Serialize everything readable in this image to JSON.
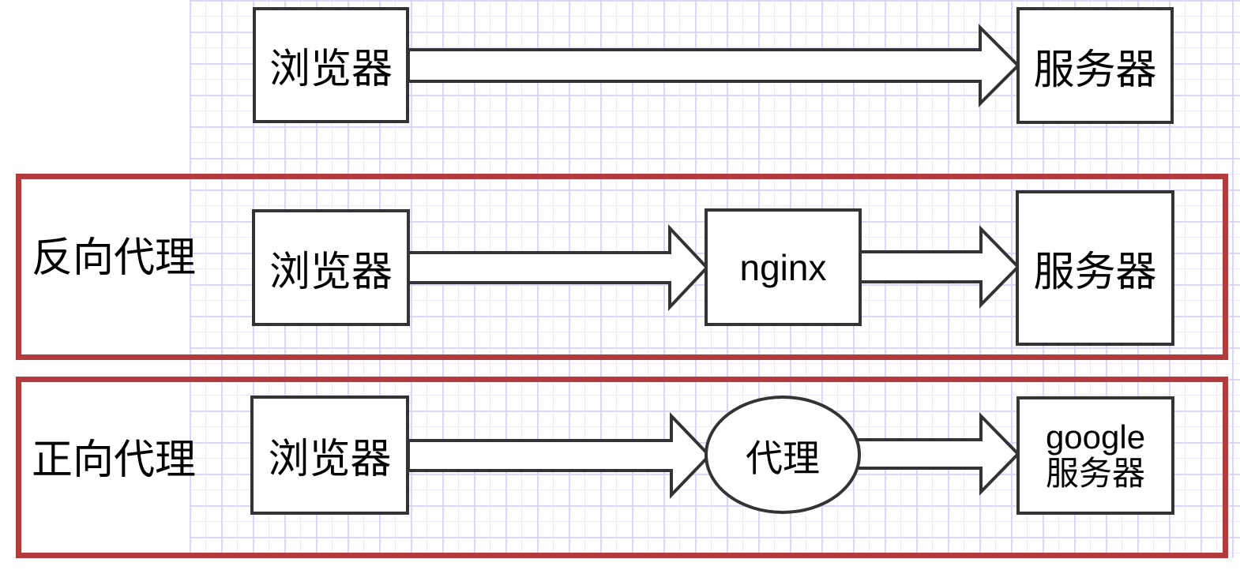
{
  "diagram": {
    "direct_row": {
      "browser": "浏览器",
      "server": "服务器"
    },
    "reverse_row": {
      "group_label": "反向代理",
      "browser": "浏览器",
      "proxy": "nginx",
      "server": "服务器"
    },
    "forward_row": {
      "group_label": "正向代理",
      "browser": "浏览器",
      "proxy": "代理",
      "server_line1": "google",
      "server_line2": "服务器"
    }
  },
  "colors": {
    "background": "#ffffff",
    "group_border": "#b23b3e",
    "shape_border": "#333333",
    "shape_fill": "#ffffff",
    "text": "#000000",
    "grid_minor": "#eeeafb",
    "grid_major": "#dcd7f3"
  }
}
